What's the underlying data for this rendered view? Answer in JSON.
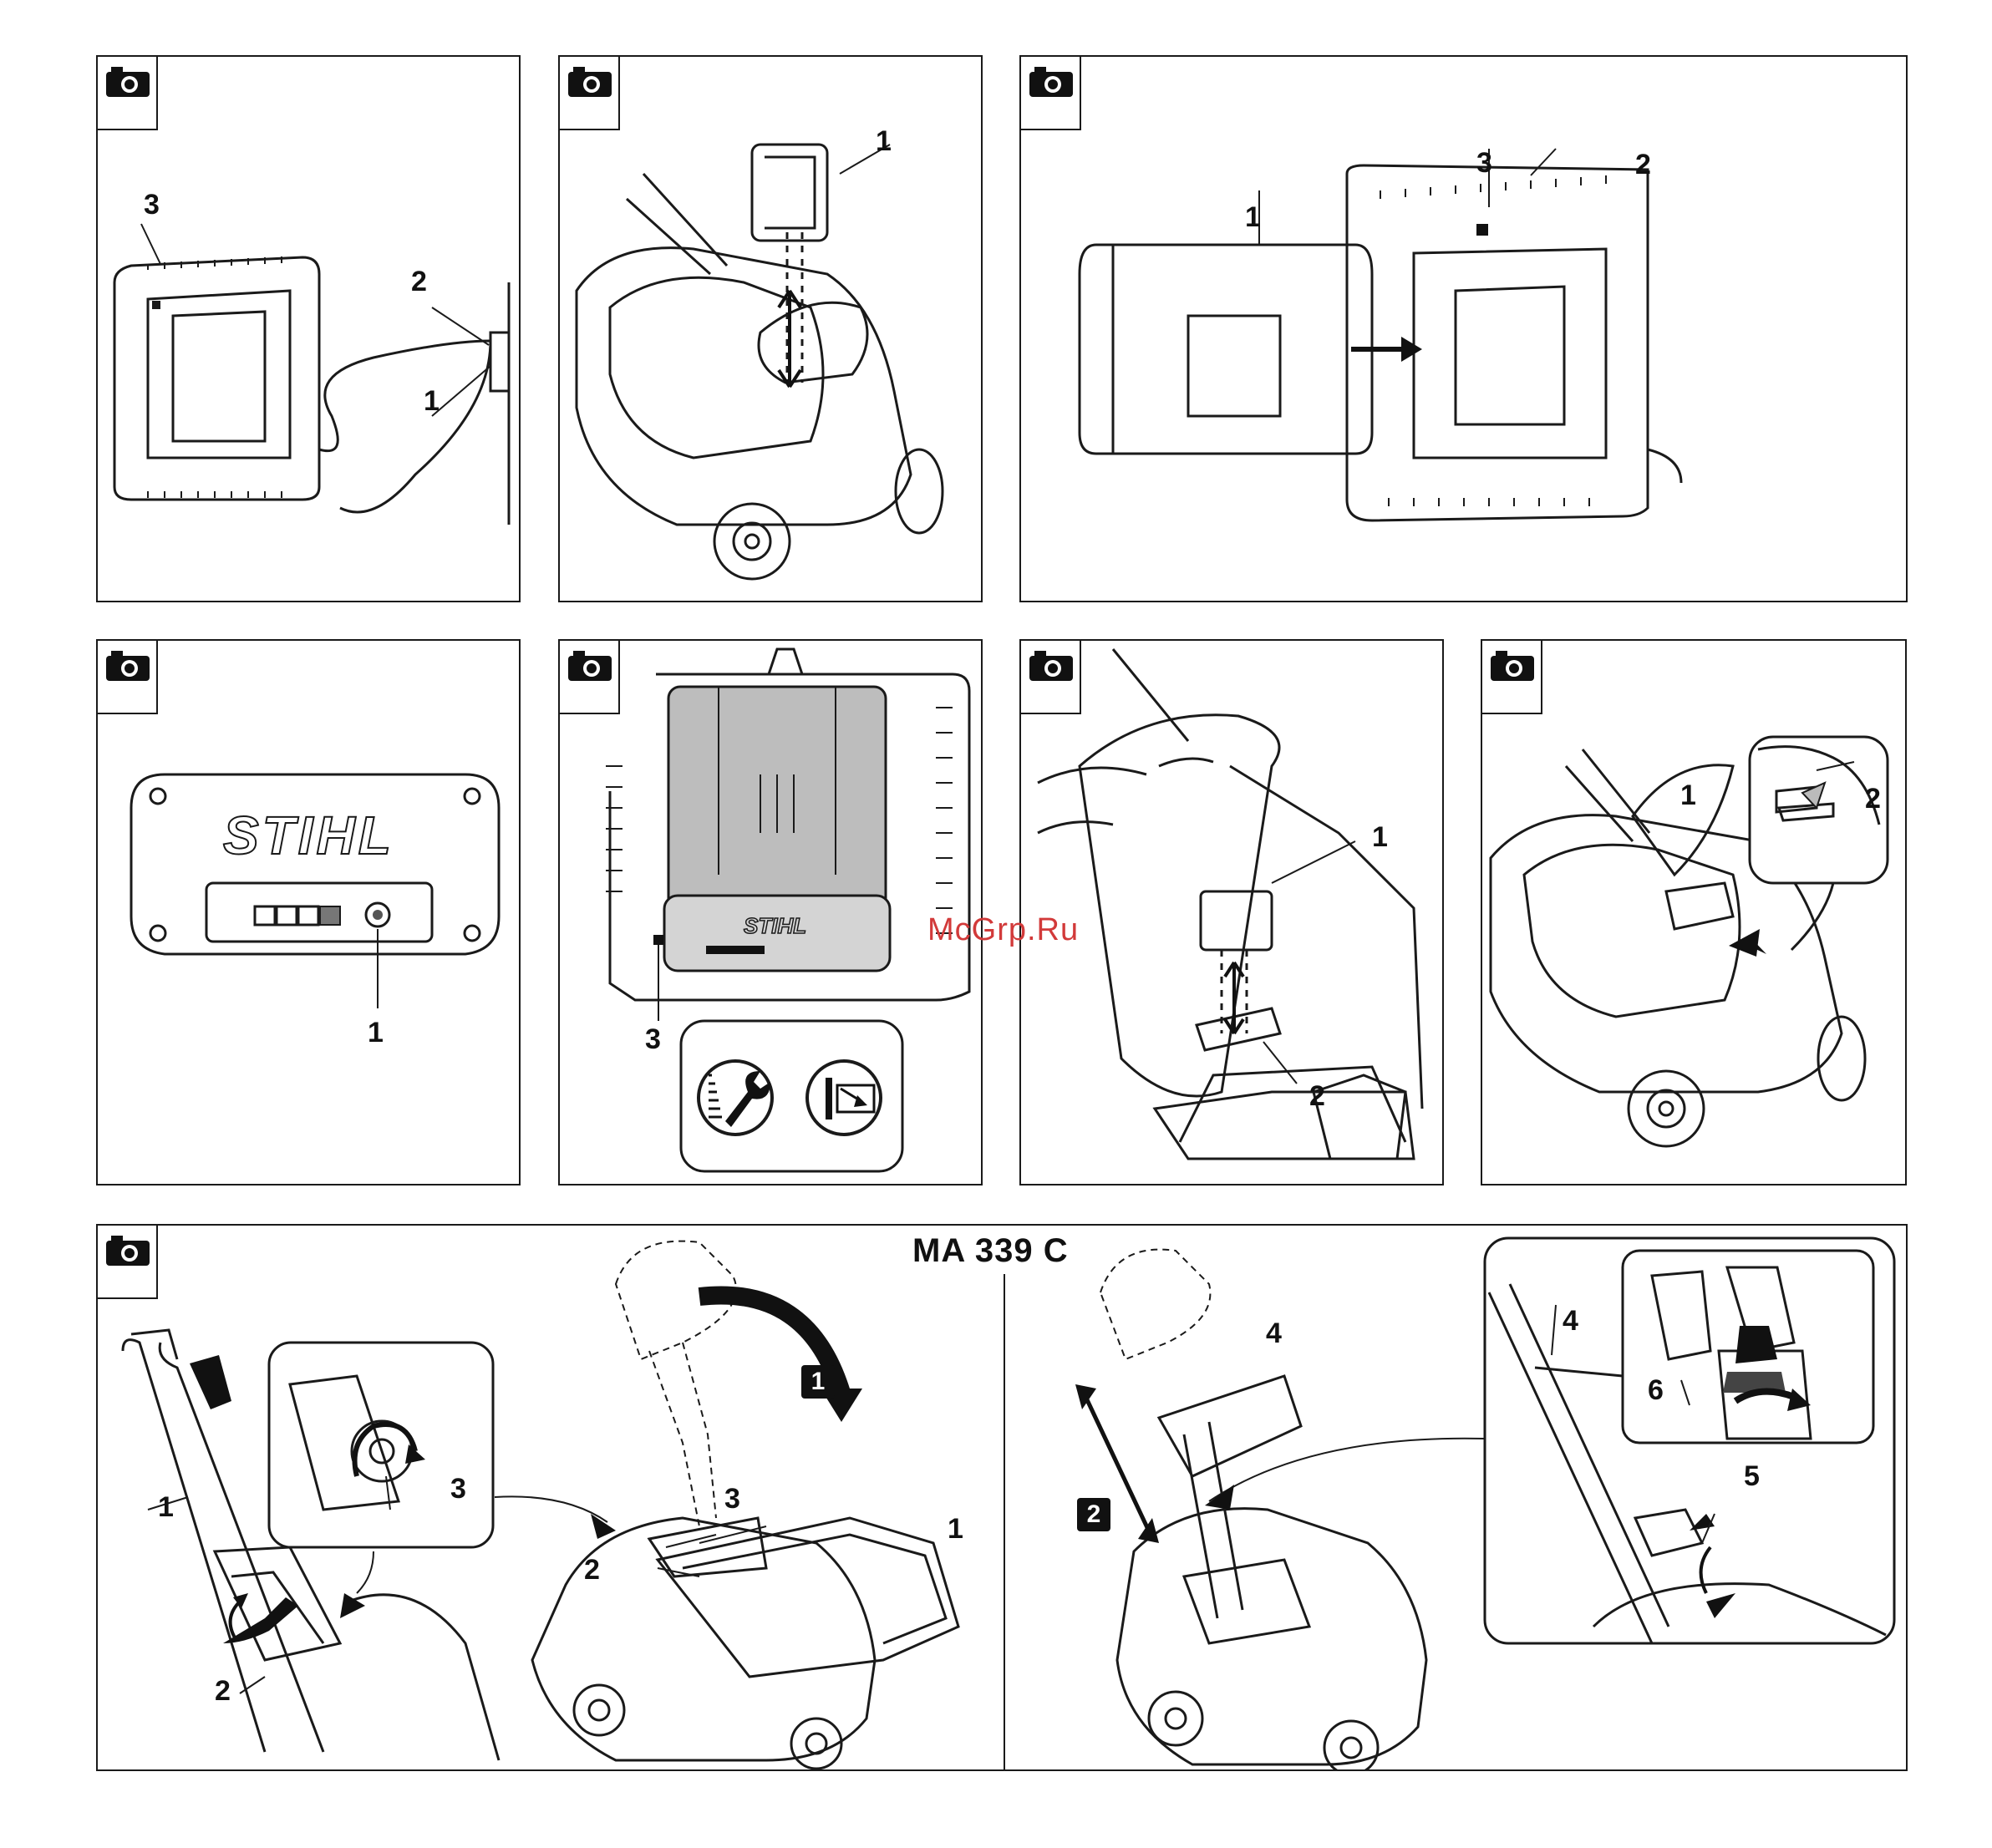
{
  "watermark": "McGrp.Ru",
  "model_label": "MA 339 C",
  "panels": {
    "p1": {
      "callouts": [
        "3",
        "2",
        "1"
      ]
    },
    "p2": {
      "callouts": [
        "1"
      ]
    },
    "p3": {
      "callouts": [
        "3",
        "2",
        "1"
      ]
    },
    "p4": {
      "callouts": [
        "1"
      ],
      "brand": "STIHL"
    },
    "p5": {
      "callouts": [
        "3"
      ],
      "brand": "STIHL"
    },
    "p6": {
      "callouts": [
        "1",
        "2"
      ]
    },
    "p7": {
      "callouts": [
        "2",
        "1"
      ]
    },
    "p8": {
      "callouts": [
        "1",
        "3",
        "2",
        "3",
        "2",
        "1",
        "4",
        "5",
        "6",
        "4"
      ],
      "steps": [
        "1",
        "2"
      ]
    }
  },
  "icons": {
    "camera": "camera-icon",
    "wrench": "wrench-icon",
    "battery_insert": "battery-insert-icon"
  },
  "colors": {
    "line": "#1a1a1a",
    "fill_gray": "#bdbdbd",
    "watermark": "#d23a3a"
  }
}
